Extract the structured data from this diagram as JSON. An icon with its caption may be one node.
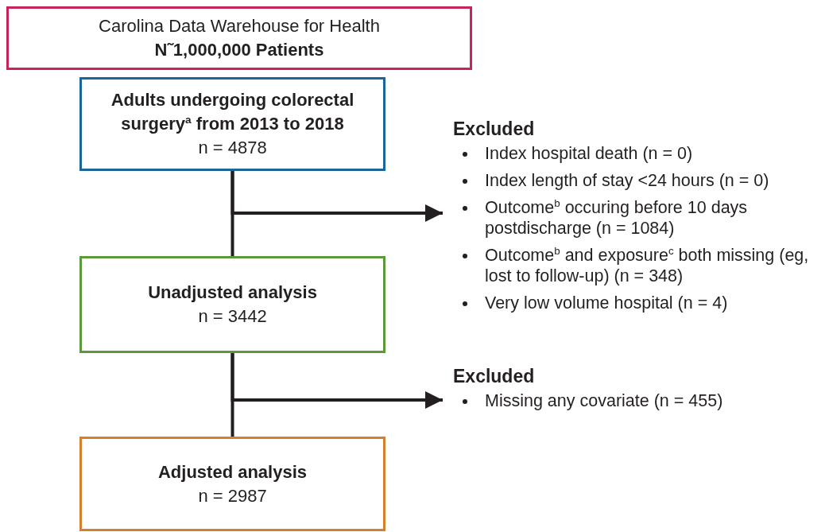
{
  "diagram": {
    "nodes": [
      {
        "text": [
          "Carolina Data Warehouse for Health",
          "N˜1,000,000 Patients"
        ]
      },
      {
        "text": [
          "Adults undergoing colorectal surgery$^{a}$ from 2013 to 2018",
          "n = 4878"
        ]
      },
      {
        "text": [
          "Excluded",
          "Index hospital death (n = 0)",
          "Index length of stay <24 hours (n = 0)",
          "Outcome$^{b}$ occuring before 10 days postdischarge (n = 1084)",
          "Outcome$^{b}$ and exposure$^{c}$ both missing (eg, lost to follow-up) (n = 348)",
          "Very low volume hospital (n = 4)"
        ]
      },
      {
        "text": [
          "Unadjusted analysis",
          "n = 3442"
        ]
      },
      {
        "text": [
          "Excluded",
          "Missing any covariate (n = 455)"
        ]
      },
      {
        "text": [
          "Adjusted analysis",
          "n = 2987"
        ]
      }
    ],
    "edges": [
      {
        "from": 1,
        "to": 3,
        "arrow": "none"
      },
      {
        "from": 1,
        "to": 2,
        "arrow": "to"
      },
      {
        "from": 3,
        "to": 5,
        "arrow": "none"
      },
      {
        "from": 3,
        "to": 4,
        "arrow": "to"
      }
    ]
  }
}
